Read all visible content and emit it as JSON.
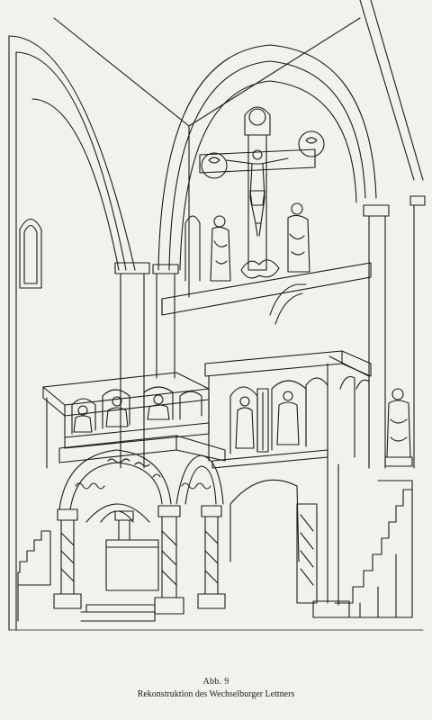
{
  "figure": {
    "number": "Abb. 9",
    "caption": "Rekonstruktion des Wechselburger Lettners"
  },
  "illustration": {
    "subject": "rood-screen-reconstruction",
    "style": "line-engraving",
    "ink_color": "#1a1a1a",
    "paper_color": "#f3f1ec"
  }
}
